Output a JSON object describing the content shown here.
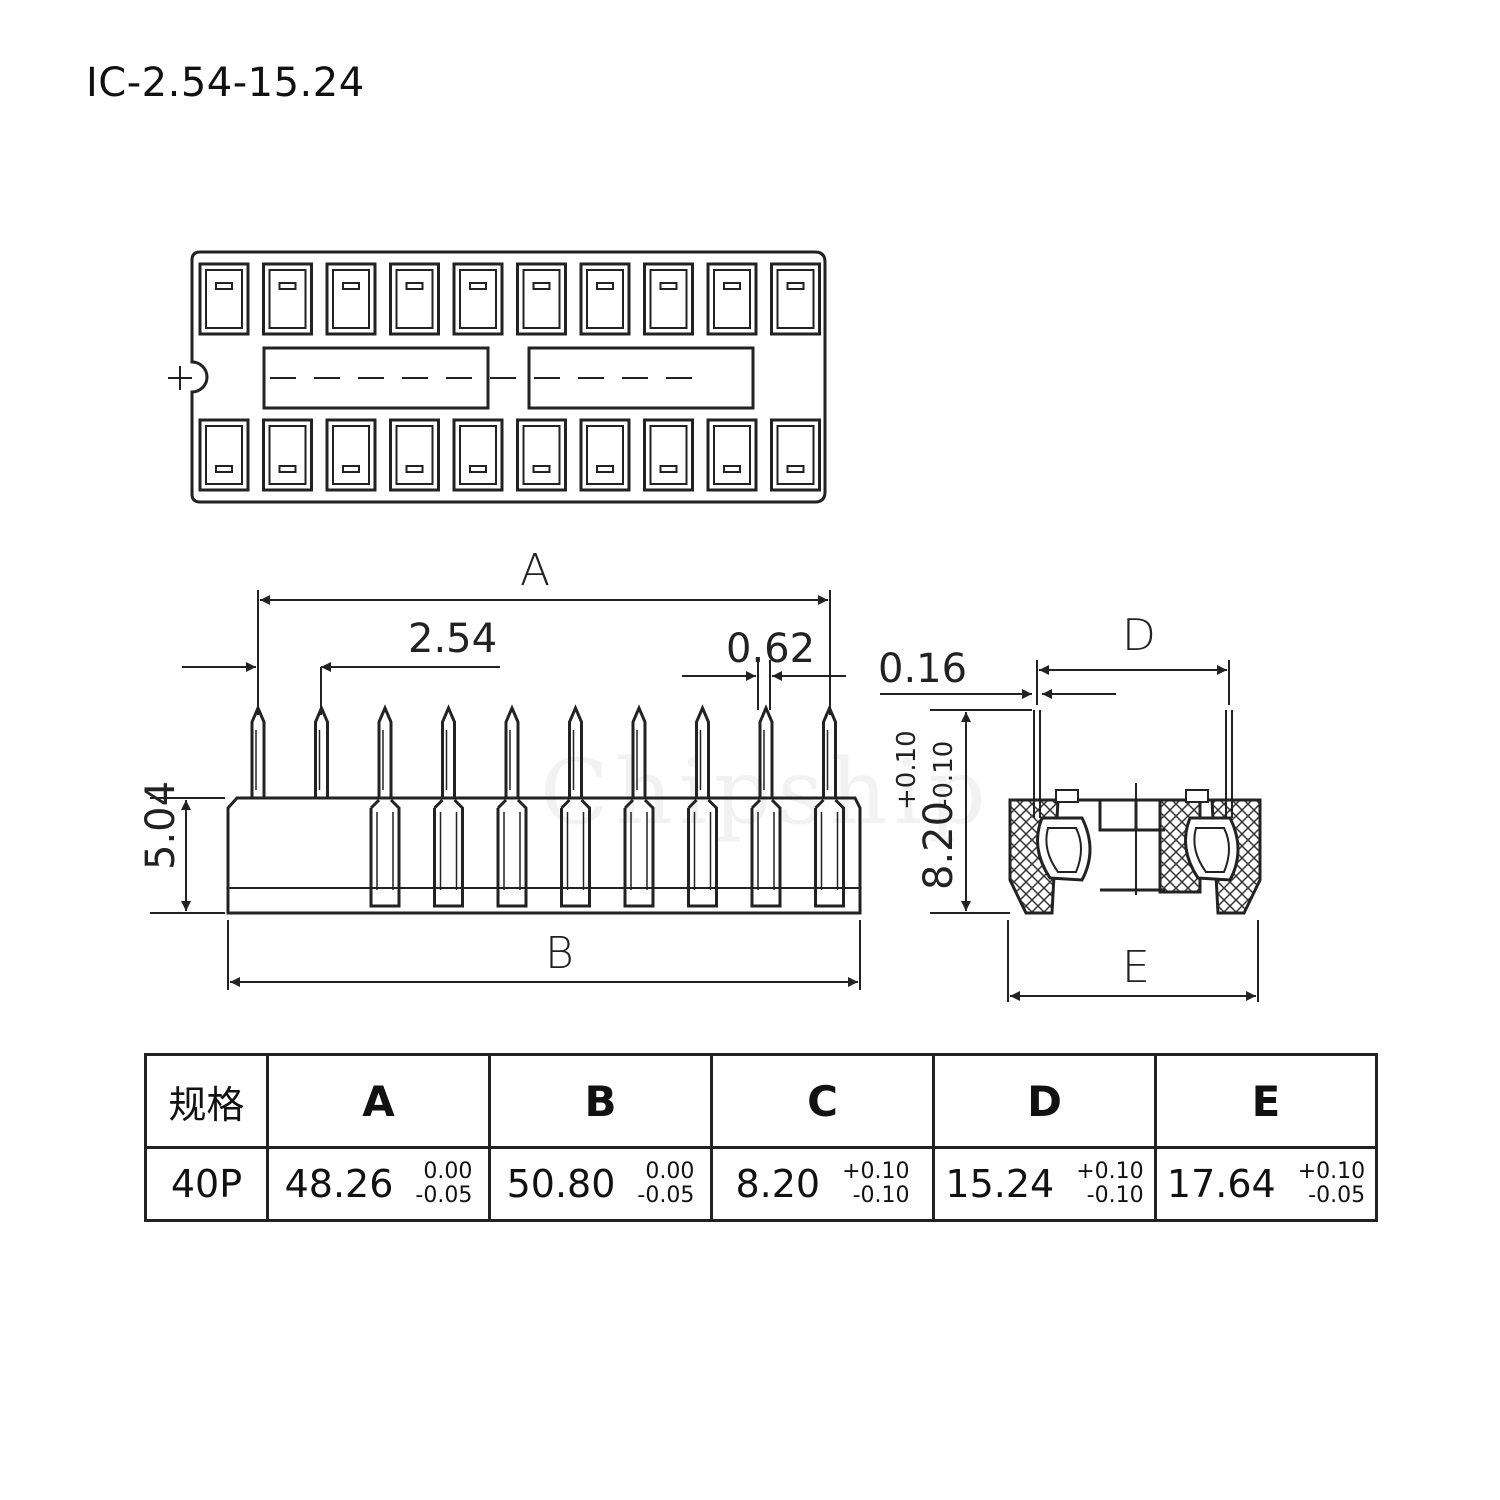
{
  "title": "IC-2.54-15.24",
  "watermark": "Chipship",
  "labels": {
    "dim_a": "A",
    "dim_b": "B",
    "dim_d": "D",
    "dim_e": "E",
    "pitch": "2.54",
    "pin_width": "0.62",
    "pin_thickness": "0.16",
    "body_height": "5.04",
    "total_height": "8.20",
    "total_height_tol_plus": "+0.10",
    "total_height_tol_minus": "-0.10"
  },
  "table": {
    "headers": [
      "规格",
      "A",
      "B",
      "C",
      "D",
      "E"
    ],
    "row": {
      "spec": "40P",
      "cells": [
        {
          "value": "48.26",
          "tol_plus": "0.00",
          "tol_minus": "-0.05"
        },
        {
          "value": "50.80",
          "tol_plus": "0.00",
          "tol_minus": "-0.05"
        },
        {
          "value": "8.20",
          "tol_plus": "+0.10",
          "tol_minus": "-0.10"
        },
        {
          "value": "15.24",
          "tol_plus": "+0.10",
          "tol_minus": "-0.10"
        },
        {
          "value": "17.64",
          "tol_plus": "+0.10",
          "tol_minus": "-0.05"
        }
      ]
    }
  },
  "colors": {
    "line": "#222222",
    "background": "#ffffff"
  }
}
